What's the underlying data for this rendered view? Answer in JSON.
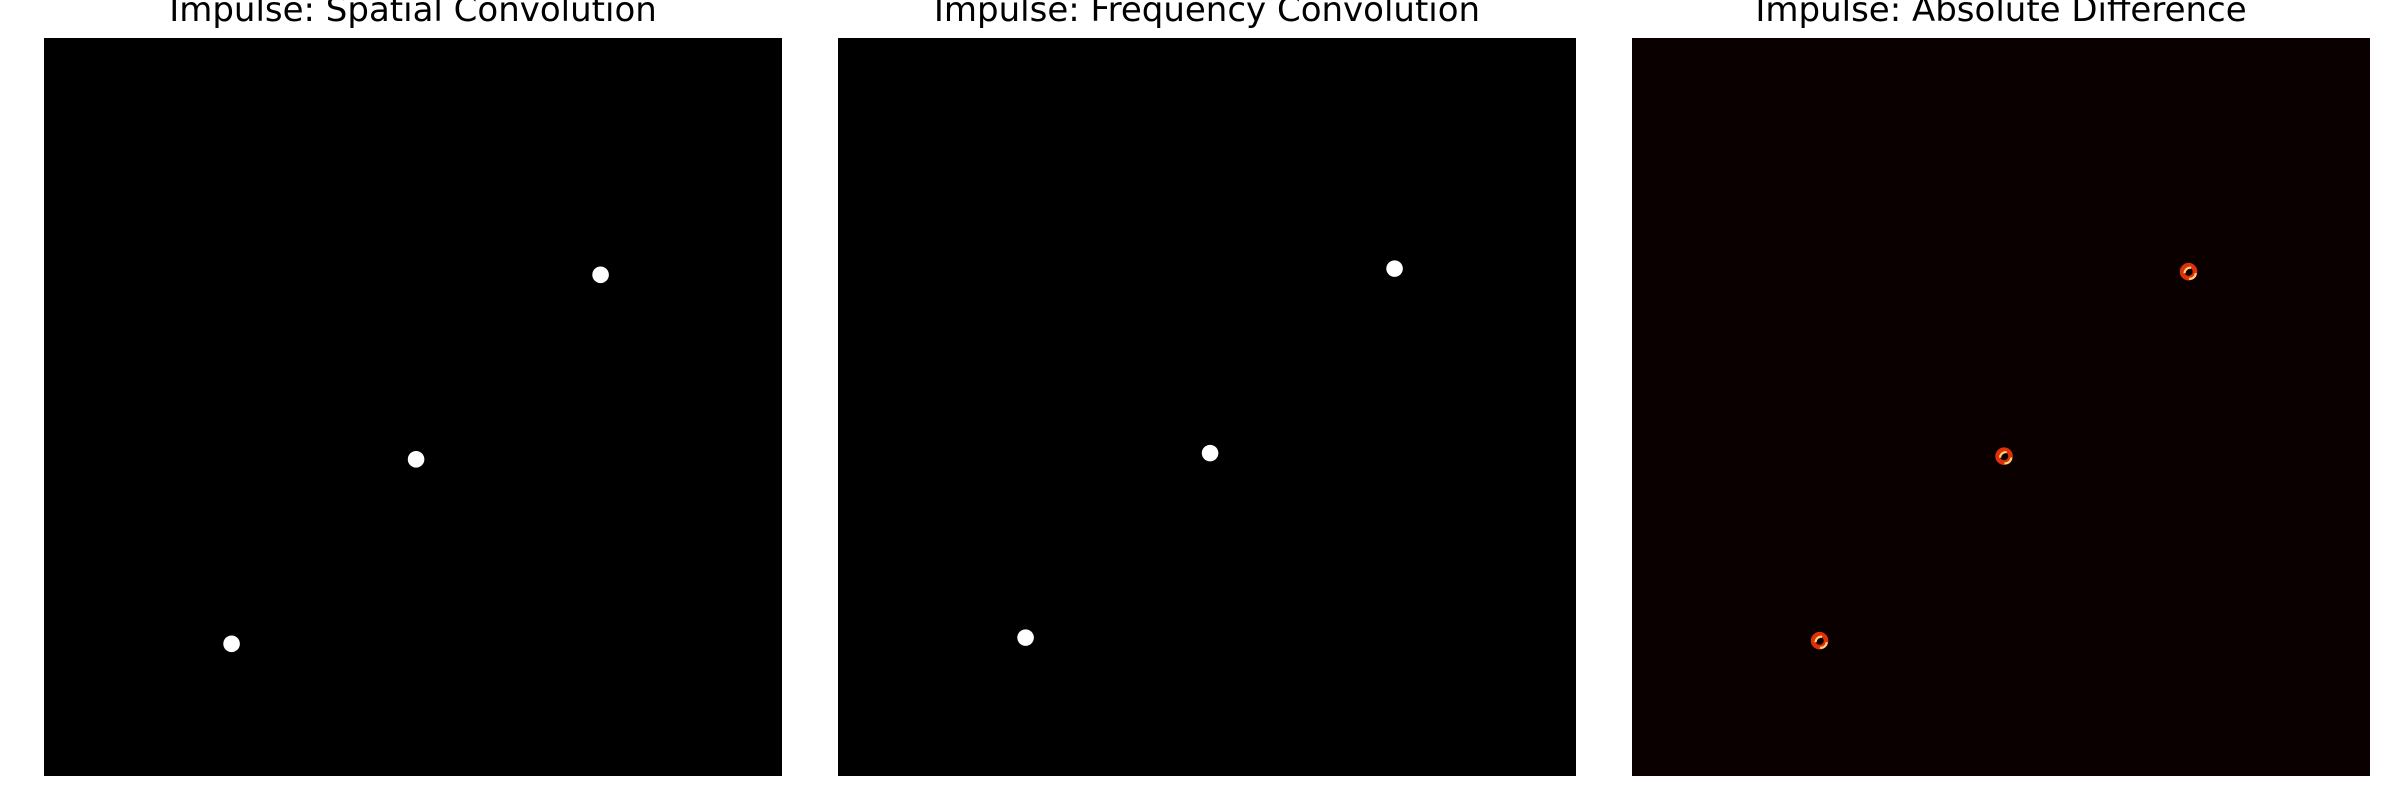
{
  "panels": [
    {
      "title": "Impulse: Spatial Convolution",
      "colormap": "gray",
      "background_color": "#000000",
      "spot_color": "#ffffff",
      "spots": [
        {
          "col": 30,
          "row": 98
        },
        {
          "col": 60,
          "row": 68
        },
        {
          "col": 90,
          "row": 38
        }
      ]
    },
    {
      "title": "Impulse: Frequency Convolution",
      "colormap": "gray",
      "background_color": "#000000",
      "spot_color": "#ffffff",
      "spots": [
        {
          "col": 30,
          "row": 97
        },
        {
          "col": 60,
          "row": 67
        },
        {
          "col": 90,
          "row": 37
        }
      ]
    },
    {
      "title": "Impulse: Absolute Difference",
      "colormap": "hot",
      "background_color": "#0b0000",
      "ring_outer_color": "#e0300a",
      "ring_inner_color": "#ffd27a",
      "spots": [
        {
          "col": 30,
          "row": 97.5
        },
        {
          "col": 60,
          "row": 67.5
        },
        {
          "col": 90,
          "row": 37.5
        }
      ]
    }
  ],
  "grid_size": 120
}
